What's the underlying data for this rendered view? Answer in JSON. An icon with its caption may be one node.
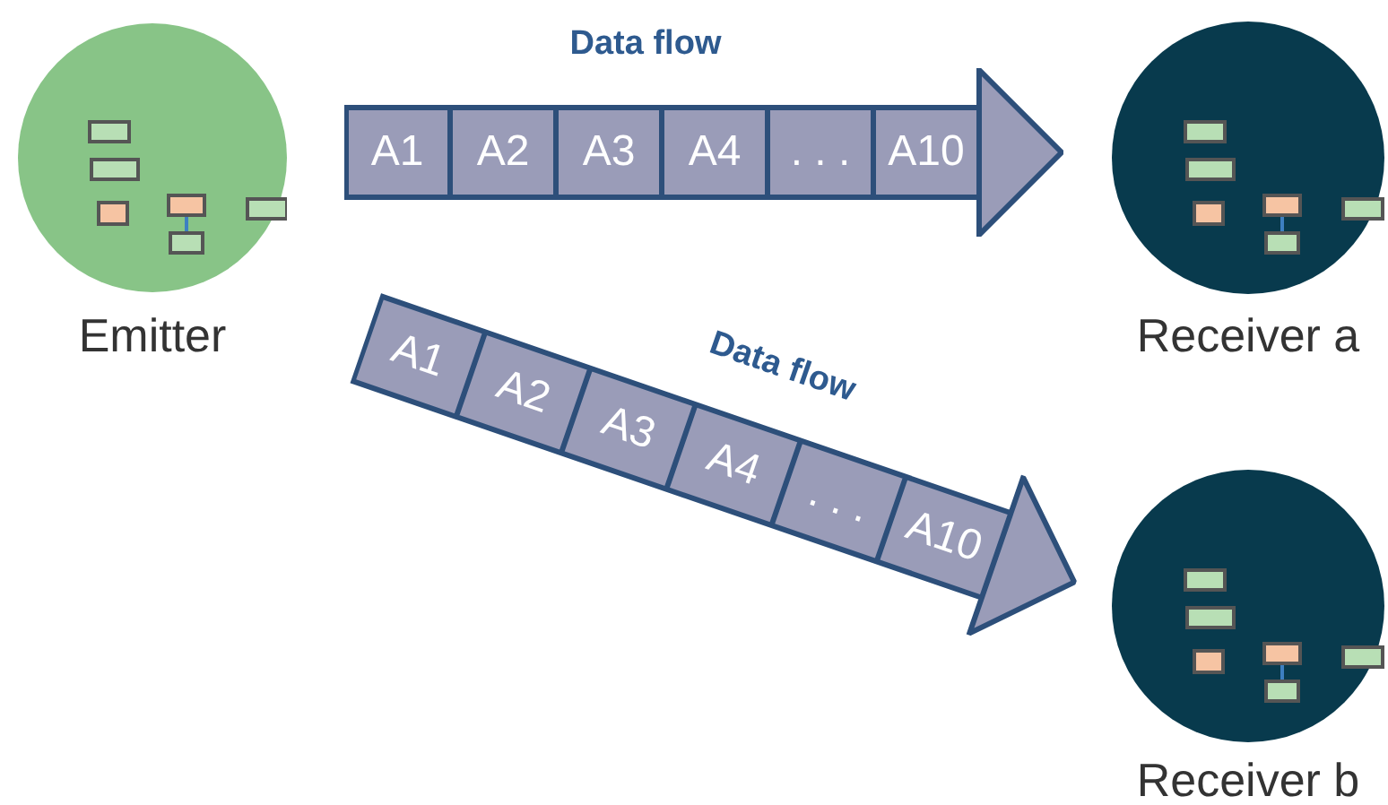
{
  "diagram": {
    "nodes": [
      {
        "text": [
          "Emitter"
        ]
      },
      {
        "text": [
          "Data flow"
        ]
      },
      {
        "text": [
          "A1"
        ],
        "in": 1
      },
      {
        "text": [
          "A2"
        ],
        "in": 1
      },
      {
        "text": [
          "A3"
        ],
        "in": 1
      },
      {
        "text": [
          "A4"
        ],
        "in": 1
      },
      {
        "text": [
          ". . ."
        ],
        "in": 1
      },
      {
        "text": [
          "A10"
        ],
        "in": 1
      },
      {
        "text": [
          "Receiver a"
        ]
      },
      {
        "text": [
          "Data flow"
        ]
      },
      {
        "text": [
          "A1"
        ],
        "in": 9
      },
      {
        "text": [
          "A2"
        ],
        "in": 9
      },
      {
        "text": [
          "A3"
        ],
        "in": 9
      },
      {
        "text": [
          "A4"
        ],
        "in": 9
      },
      {
        "text": [
          ". . ."
        ],
        "in": 9
      },
      {
        "text": [
          "A10"
        ],
        "in": 9
      },
      {
        "text": [
          "Receiver b"
        ]
      }
    ]
  }
}
